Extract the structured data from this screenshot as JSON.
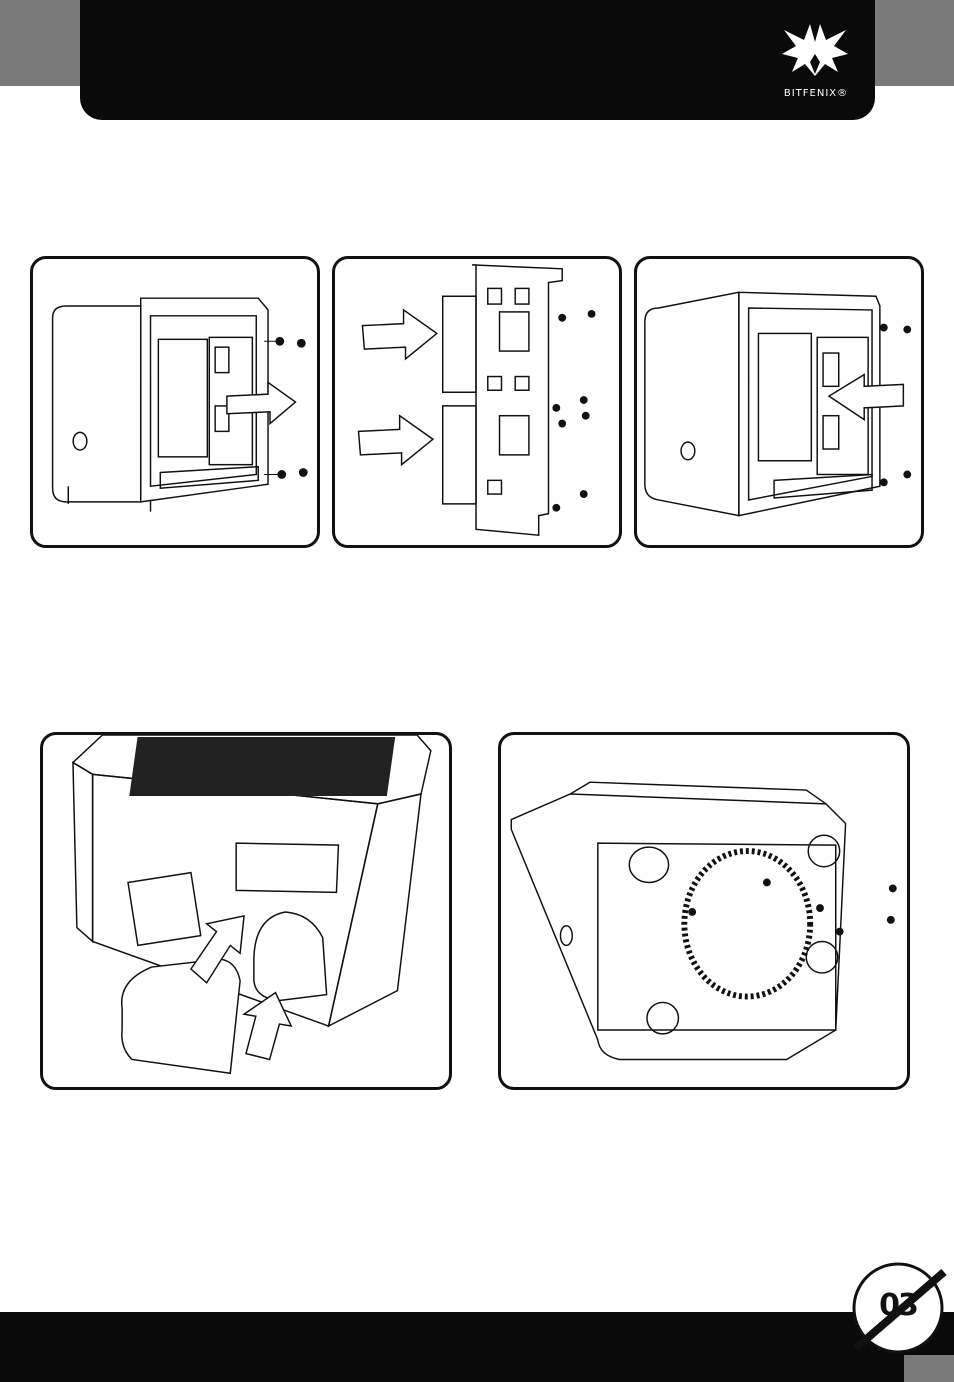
{
  "brand": {
    "logo_text": "BITFENIX®"
  },
  "page": {
    "number": "03"
  },
  "panels": [
    {
      "id": "remove-hdd-cage"
    },
    {
      "id": "mount-drives-bracket"
    },
    {
      "id": "install-hdd-cage"
    },
    {
      "id": "insert-hard-drives"
    },
    {
      "id": "bottom-cage-screws"
    }
  ],
  "icons": [
    "bitfenix-logo-icon",
    "arrow-icon",
    "screw-icon"
  ],
  "colors": {
    "header": "#0a0a0a",
    "tab": "#7a7a7a",
    "line": "#111111"
  }
}
